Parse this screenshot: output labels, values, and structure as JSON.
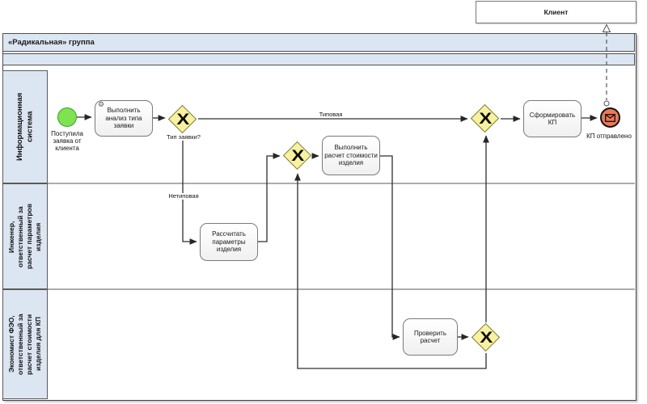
{
  "client_pool": {
    "label": "Клиент"
  },
  "pool": {
    "title": "«Радикальная» группа",
    "lanes": [
      {
        "label": "Информационная система"
      },
      {
        "label": "Инженер, ответственный за расчет параметров изделия"
      },
      {
        "label": "Экономист ФЭО, ответственный за расчет стоимости изделия для КП"
      }
    ]
  },
  "nodes": {
    "start_event": {
      "label": "Поступила заявка от клиента"
    },
    "task_analyze": {
      "label": "Выполнить анализ типа заявки"
    },
    "gateway_type": {
      "label": "Тип заявки?"
    },
    "task_calc_params": {
      "label": "Рассчитать параметры изделия"
    },
    "task_calc_cost": {
      "label": "Выполнить расчет стоимости изделия"
    },
    "task_check": {
      "label": "Проверить расчет"
    },
    "task_form_kp": {
      "label": "Сформировать КП"
    },
    "end_event": {
      "label": "КП отправлено"
    }
  },
  "edges": {
    "typical": {
      "label": "Типовая"
    },
    "atypical": {
      "label": "Нетиповая"
    }
  },
  "gateway_marker": "X",
  "icons": {
    "service_task": "⚙"
  },
  "colors": {
    "lane_fill": "#dce6f2",
    "gateway_fill": "#f7f1a0",
    "gateway_border": "#7c7c3a",
    "start_event_fill": "#7fe250",
    "start_event_border": "#3c9e2c",
    "end_event_fill": "#ef7757",
    "end_event_border": "#141414",
    "flow_line": "#2e2e2e",
    "message_flow": "#555555"
  }
}
